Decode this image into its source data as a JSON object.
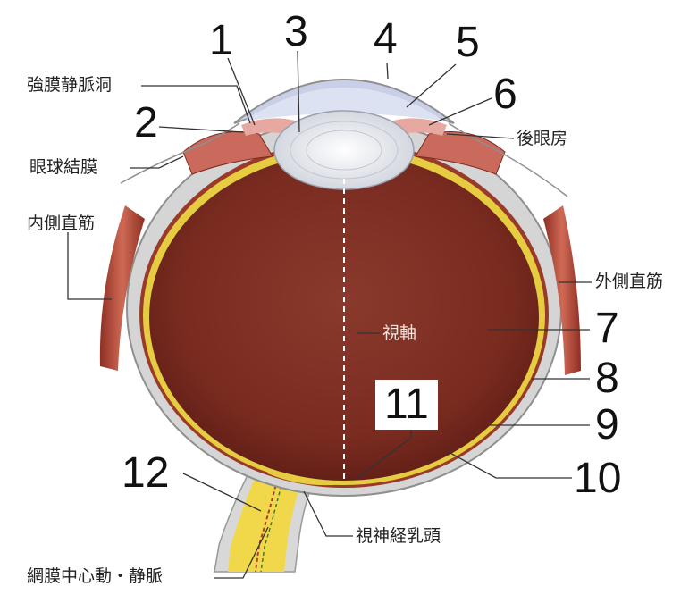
{
  "labels": {
    "scleral_venous_sinus": "強膜静脈洞",
    "bulbar_conjunctiva": "眼球結膜",
    "medial_rectus": "内側直筋",
    "posterior_chamber": "後眼房",
    "lateral_rectus": "外側直筋",
    "visual_axis": "視軸",
    "optic_disc": "視神経乳頭",
    "central_retinal_vessels": "網膜中心動・静脈"
  },
  "numbers": [
    "1",
    "2",
    "3",
    "4",
    "5",
    "6",
    "7",
    "8",
    "9",
    "10",
    "11",
    "12"
  ],
  "colors": {
    "vitreous": "#7a2a20",
    "retina": "#e3c83a",
    "sclera": "#d4d4d4",
    "lens": "#eef0f4",
    "muscle": "#b8493a",
    "cornea": "#dcdff0"
  }
}
